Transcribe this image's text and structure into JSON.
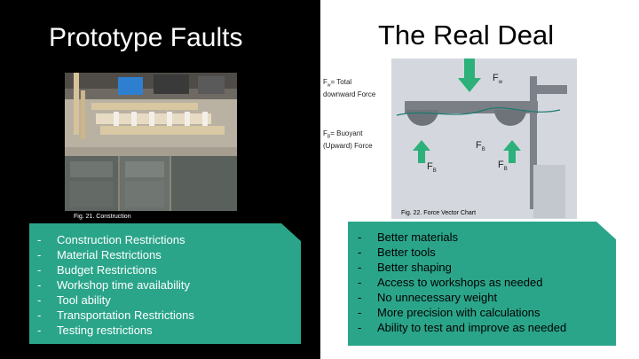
{
  "left": {
    "title": "Prototype Faults",
    "photo_caption": "Fig. 21. Construction",
    "faults": [
      "Construction Restrictions",
      "Material Restrictions",
      "Budget Restrictions",
      "Workshop time availability",
      "Tool ability",
      "Transportation Restrictions",
      "Testing restrictions"
    ]
  },
  "right": {
    "title": "The Real Deal",
    "diagram_caption": "Fig. 22. Force Vector Chart",
    "labels": {
      "fw_def_sym": "F",
      "fw_def_sub": "w",
      "fw_def_text": "= Total",
      "fw_def_text2": "downward Force",
      "fb_def_sym": "F",
      "fb_def_sub": "B",
      "fb_def_text": "= Buoyant",
      "fb_def_text2": "(Upward) Force",
      "fw_arrow_sym": "F",
      "fw_arrow_sub": "w",
      "fb_arrow_sym": "F",
      "fb_arrow_sub": "B"
    },
    "improvements": [
      "Better materials",
      "Better tools",
      "Better shaping",
      "Access to workshops as needed",
      "No unnecessary weight",
      "More precision with calculations",
      "Ability to test and improve as needed"
    ]
  },
  "colors": {
    "left_bg": "#000000",
    "right_bg": "#ffffff",
    "list_box": "#2aa58a",
    "arrow_green": "#2db07a",
    "diagram_bg": "#d4d8de"
  }
}
